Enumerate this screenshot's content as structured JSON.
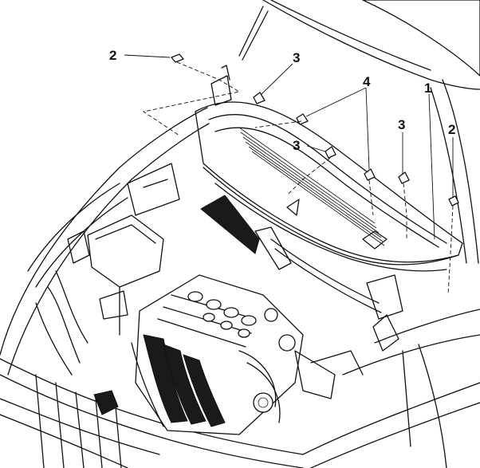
{
  "callouts": [
    {
      "id": "c2-left",
      "label": "2"
    },
    {
      "id": "c3-top",
      "label": "3"
    },
    {
      "id": "c4",
      "label": "4"
    },
    {
      "id": "c1",
      "label": "1"
    },
    {
      "id": "c3-right",
      "label": "3"
    },
    {
      "id": "c2-right",
      "label": "2"
    },
    {
      "id": "c3-mid",
      "label": "3"
    }
  ]
}
